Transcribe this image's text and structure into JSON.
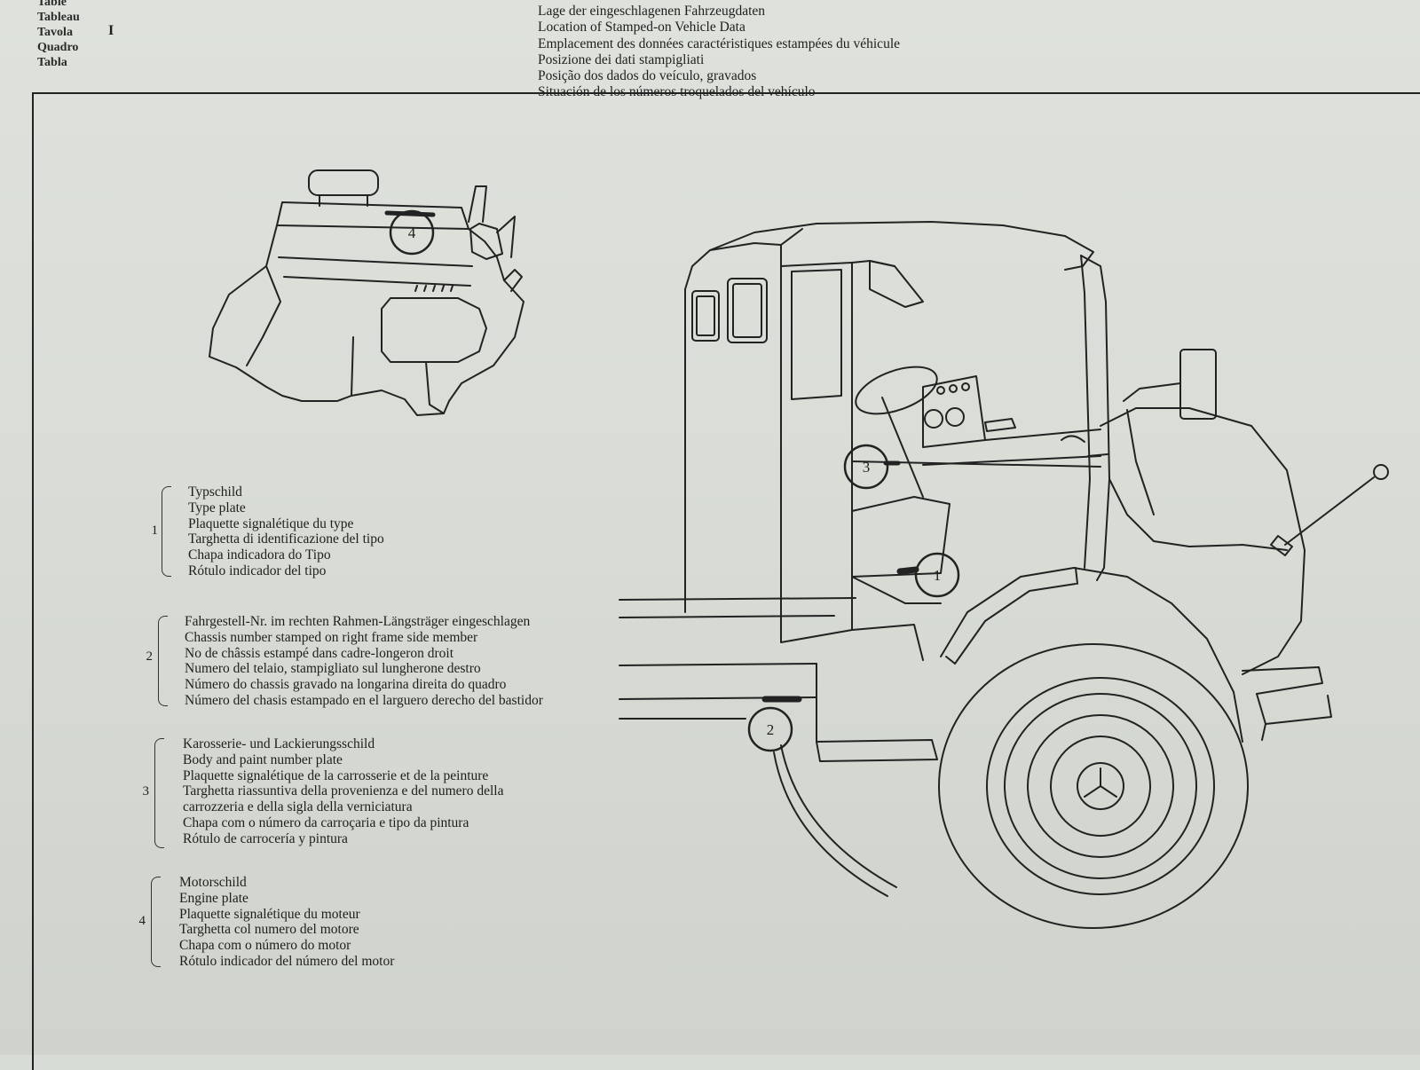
{
  "header": {
    "table_labels": [
      "Table",
      "Tableau",
      "Tavola",
      "Quadro",
      "Tabla"
    ],
    "table_number": "I",
    "titles": [
      "Lage der eingeschlagenen Fahrzeugdaten",
      "Location of Stamped-on Vehicle Data",
      "Emplacement des données caractéristiques estampées du véhicule",
      "Posizione dei dati stampigliati",
      "Posição dos dados do veículo, gravados",
      "Situación de los números troquelados del vehículo"
    ]
  },
  "diagram": {
    "markers": [
      "1",
      "2",
      "3",
      "4"
    ]
  },
  "legend": [
    {
      "number": "1",
      "lines": [
        "Typschild",
        "Type plate",
        "Plaquette signalétique du type",
        "Targhetta di identificazione del tipo",
        "Chapa indicadora do Tipo",
        "Rótulo indicador del tipo"
      ]
    },
    {
      "number": "2",
      "lines": [
        "Fahrgestell-Nr. im rechten Rahmen-Längsträger eingeschlagen",
        "Chassis number stamped on right frame side member",
        "No de châssis estampé dans cadre-longeron droit",
        "Numero del telaio, stampigliato sul lungherone destro",
        "Número do chassis gravado na longarina direita do quadro",
        "Número del chasis estampado en el larguero derecho del bastidor"
      ]
    },
    {
      "number": "3",
      "lines": [
        "Karosserie- und Lackierungsschild",
        "Body and paint number plate",
        "Plaquette signalétique de la carrosserie et de la peinture",
        "Targhetta riassuntiva della provenienza e del numero della",
        "carrozzeria e della sigla della verniciatura",
        "Chapa com o número da carroçaria e tipo da pintura",
        "Rótulo de carrocería y pintura"
      ]
    },
    {
      "number": "4",
      "lines": [
        "Motorschild",
        "Engine plate",
        "Plaquette signalétique du moteur",
        "Targhetta col numero del motore",
        "Chapa com o número do motor",
        "Rótulo indicador del número del motor"
      ]
    }
  ]
}
